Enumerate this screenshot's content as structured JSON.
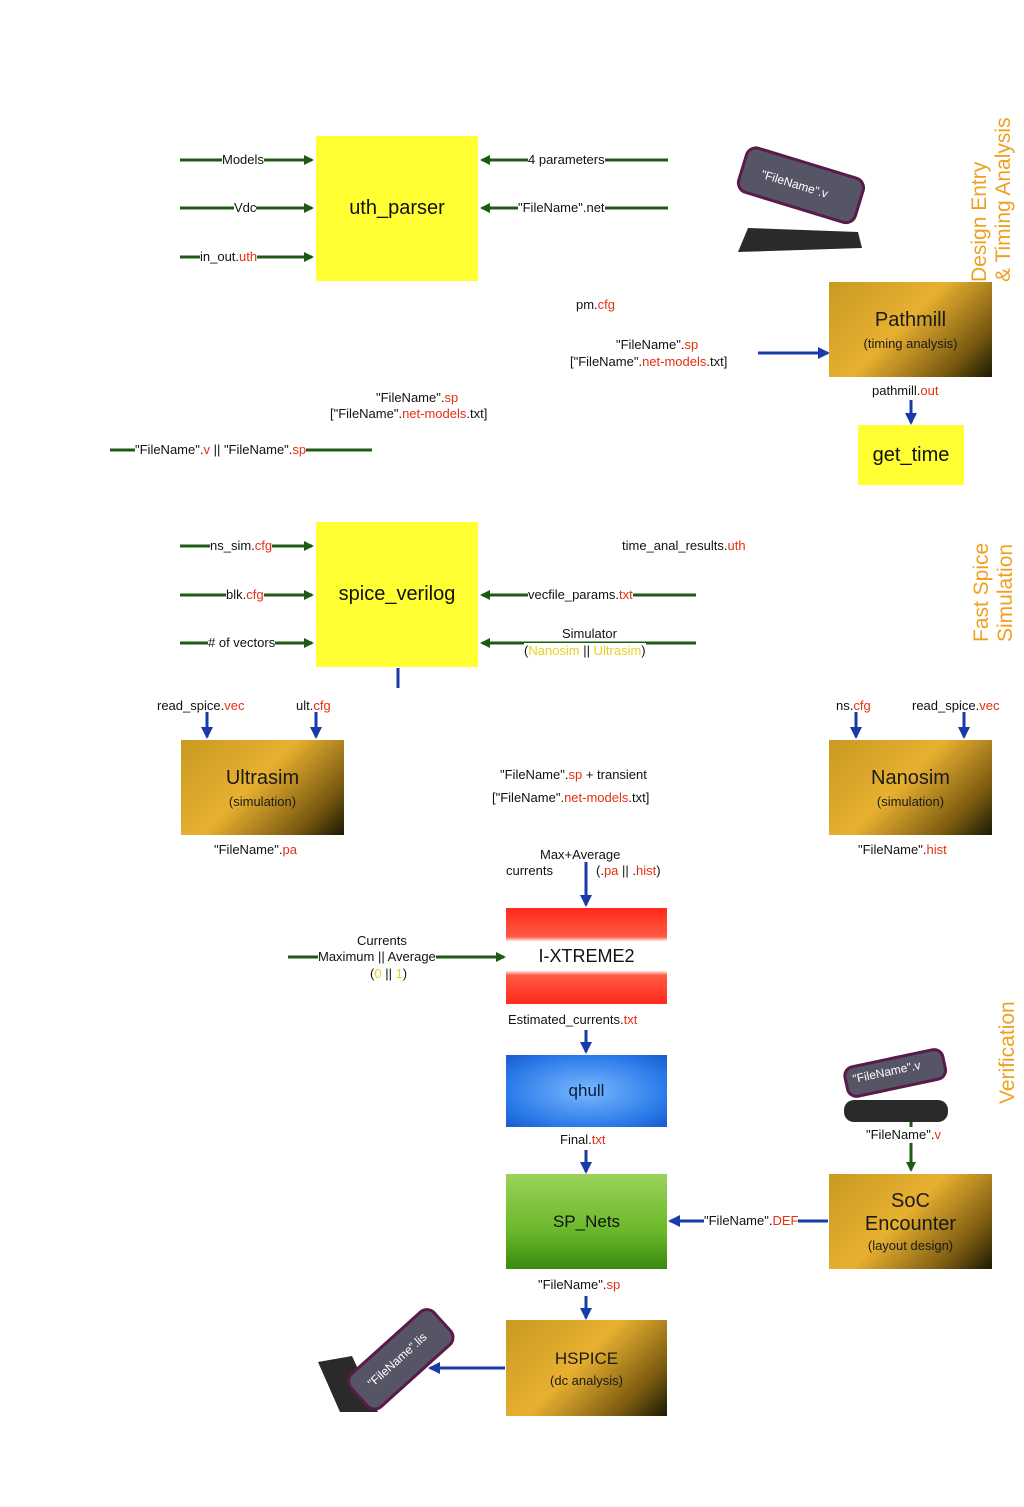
{
  "sections": {
    "design_entry_line1": "Design Entry",
    "design_entry_line2": "& Timing Analysis",
    "fast_spice_line1": "Fast Spice",
    "fast_spice_line2": "Simulation",
    "verification": "Verification"
  },
  "boxes": {
    "uth_parser": "uth_parser",
    "pathmill": "Pathmill",
    "pathmill_sub": "(timing analysis)",
    "get_time": "get_time",
    "spice_verilog": "spice_verilog",
    "ultrasim": "Ultrasim",
    "ultrasim_sub": "(simulation)",
    "nanosim": "Nanosim",
    "nanosim_sub": "(simulation)",
    "ixtreme": "I-XTREME2",
    "qhull": "qhull",
    "sp_nets": "SP_Nets",
    "soc": "SoC",
    "soc2": "Encounter",
    "soc_sub": "(layout design)",
    "hspice": "HSPICE",
    "hspice_sub": "(dc analysis)"
  },
  "files": {
    "top_file": "\"FileName\".v",
    "verif_file": "\"FileName\".v",
    "bottom_file": "\"FileName\".lis"
  },
  "labels": {
    "models": "Models",
    "vdc": "Vdc",
    "in_out_a": "in_out.",
    "in_out_b": "uth",
    "four_params": "4 parameters",
    "filename_net": "\"FileName\".net",
    "pm_a": "pm.",
    "pm_b": "cfg",
    "pathmill_in1_a": "\"FileName\".",
    "pathmill_in1_b": "sp",
    "pathmill_in2_a": "[\"FileName\".",
    "pathmill_in2_b": "net-models",
    "pathmill_in2_c": ".txt]",
    "pathmill_out_a": "pathmill.",
    "pathmill_out_b": "out",
    "mid_sp_a": "\"FileName\".",
    "mid_sp_b": "sp",
    "mid_net_a": "[\"FileName\".",
    "mid_net_b": "net-models",
    "mid_net_c": ".txt]",
    "v_or_sp_a": "\"FileName\".",
    "v_or_sp_b": "v",
    "v_or_sp_c": " || \"FileName\".",
    "v_or_sp_d": "sp",
    "ns_sim_a": "ns_sim.",
    "ns_sim_b": "cfg",
    "blk_a": "blk.",
    "blk_b": "cfg",
    "num_vectors": "# of vectors",
    "time_anal_a": "time_anal_results.",
    "time_anal_b": "uth",
    "vecfile_a": "vecfile_params.",
    "vecfile_b": "txt",
    "simulator": "Simulator",
    "sim_choice_open": "(",
    "sim_choice_nano": "Nanosim",
    "sim_choice_or": " || ",
    "sim_choice_ultra": "Ultrasim",
    "sim_choice_close": ")",
    "read_spice_l_a": "read_spice.",
    "read_spice_l_b": "vec",
    "ult_a": "ult.",
    "ult_b": "cfg",
    "ns_a": "ns.",
    "ns_b": "cfg",
    "read_spice_r_a": "read_spice.",
    "read_spice_r_b": "vec",
    "trans_a": "\"FileName\".",
    "trans_b": "sp",
    "trans_c": " + transient",
    "trans2_a": "[\"FileName\".",
    "trans2_b": "net-models",
    "trans2_c": ".txt]",
    "ultra_out_a": "\"FileName\".",
    "ultra_out_b": "pa",
    "nano_out_a": "\"FileName\".",
    "nano_out_b": "hist",
    "maxavg1": "Max+Average",
    "maxavg2": "currents",
    "maxavg3_open": "(.",
    "maxavg3_pa": "pa",
    "maxavg3_or": " || .",
    "maxavg3_hist": "hist",
    "maxavg3_close": ")",
    "currents1": "Currents",
    "currents2": "Maximum || Average",
    "currents3_open": "(",
    "currents3_a": "0",
    "currents3_or": " || ",
    "currents3_b": "1",
    "currents3_close": ")",
    "est_a": "Estimated_currents.",
    "est_b": "txt",
    "final_a": "Final.",
    "final_b": "txt",
    "def_a": "\"FileName\".",
    "def_b": "DEF",
    "soc_in_a": "\"FileName\".",
    "soc_in_b": "v",
    "hsp_in_a": "\"FileName\".",
    "hsp_in_b": "sp"
  }
}
